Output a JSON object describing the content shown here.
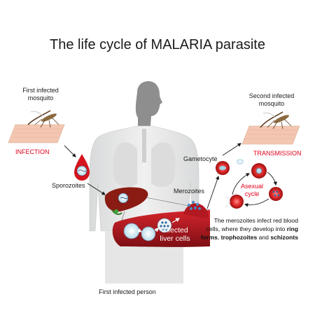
{
  "title": "The life cycle of MALARIA parasite",
  "labels": {
    "first_mosquito_line1": "First infected",
    "first_mosquito_line2": "mosquito",
    "second_mosquito_line1": "Second infected",
    "second_mosquito_line2": "mosquito",
    "infection": "INFECTION",
    "transmission": "TRANSMISSION",
    "sporozoites": "Sporozoites",
    "gametocyte": "Gametocyte",
    "merozoites": "Merozoites",
    "asexual_line1": "Asexual",
    "asexual_line2": "cycle",
    "infected_liver_line1": "Infected",
    "infected_liver_line2": "liver cells",
    "person": "First infected person"
  },
  "note": {
    "line1": "The merozoites infect red blood",
    "line2_prefix": "cells, where they develop into",
    "line2_bold": "ring",
    "line3_bold_a": "forms",
    "line3_sep_a": ",",
    "line3_bold_b": "trophozoites",
    "line3_sep_b": "and",
    "line3_bold_c": "schizonts"
  },
  "colors": {
    "infection_red": "#e0001b",
    "blood_dark": "#8f1418",
    "blood": "#c9202a",
    "liver": "#8a1c14",
    "silhouette": "#9a9a9a",
    "skin": "#f3c7b1"
  }
}
